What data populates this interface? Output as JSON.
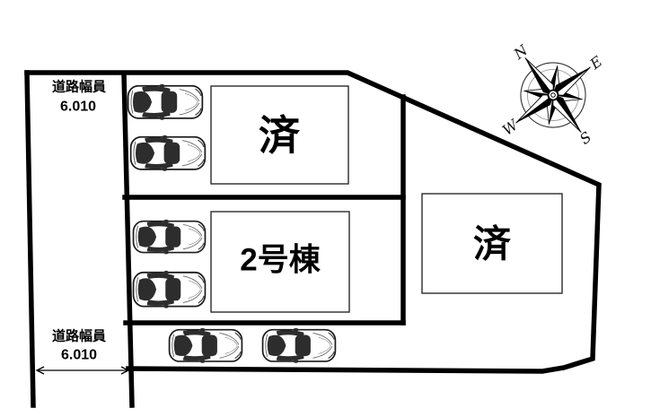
{
  "diagram": {
    "title": "site-plan",
    "road": {
      "label_top": {
        "title": "道路幅員",
        "value": "6.010"
      },
      "label_bottom": {
        "title": "道路幅員",
        "value": "6.010"
      }
    },
    "buildings": [
      {
        "label": "済"
      },
      {
        "label": "2号棟"
      },
      {
        "label": "済"
      }
    ],
    "compass": {
      "north": "N",
      "east": "E",
      "south": "S",
      "west": "W"
    },
    "cars_count": "6",
    "colors": {
      "line": "#000000",
      "background": "#ffffff"
    }
  }
}
